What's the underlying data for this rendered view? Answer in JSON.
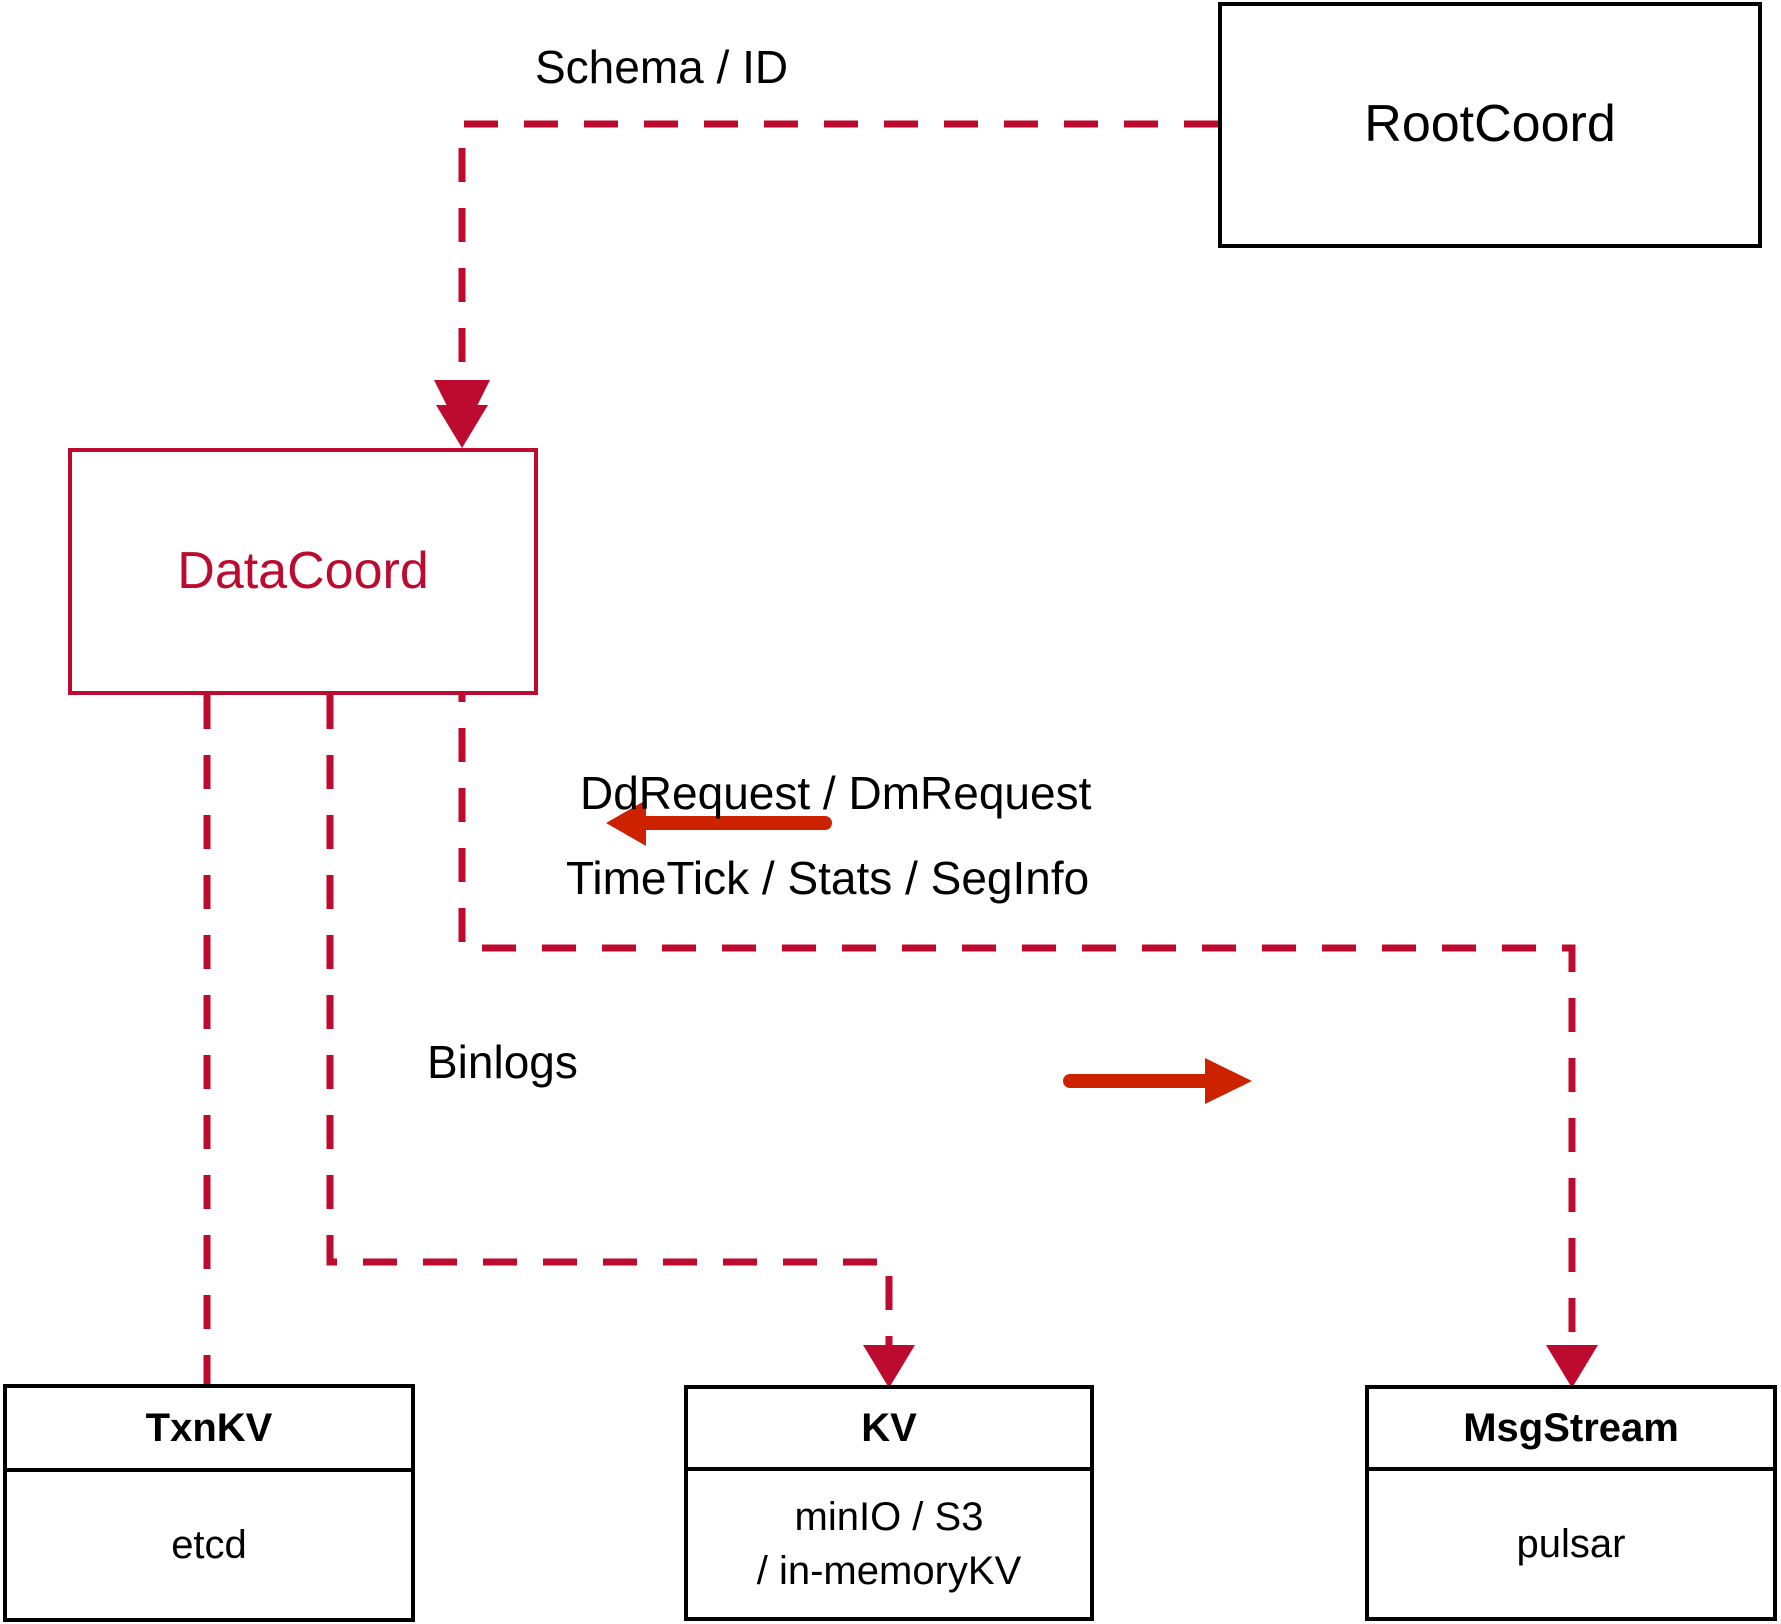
{
  "diagram": {
    "title": "DataCoord component interaction diagram",
    "colors": {
      "dashed_edge": "#BD0A2F",
      "solid_arrow": "#CC2200",
      "node_border": "#000000",
      "highlight_node": "#BD0A2F",
      "background": "#FFFFFF"
    }
  },
  "nodes": {
    "rootcoord": {
      "label": "RootCoord"
    },
    "datacoord": {
      "label": "DataCoord"
    },
    "txnkv": {
      "header": "TxnKV",
      "body": [
        "etcd"
      ]
    },
    "kv": {
      "header": "KV",
      "body": [
        "minIO / S3",
        "/ in-memoryKV"
      ]
    },
    "msgstream": {
      "header": "MsgStream",
      "body": [
        "pulsar"
      ]
    }
  },
  "edges": {
    "schema_id": {
      "label": "Schema / ID"
    },
    "dd_dm_request": {
      "label": "DdRequest / DmRequest"
    },
    "timetick_stats_seginfo": {
      "label": "TimeTick / Stats / SegInfo"
    },
    "binlogs": {
      "label": "Binlogs"
    }
  }
}
